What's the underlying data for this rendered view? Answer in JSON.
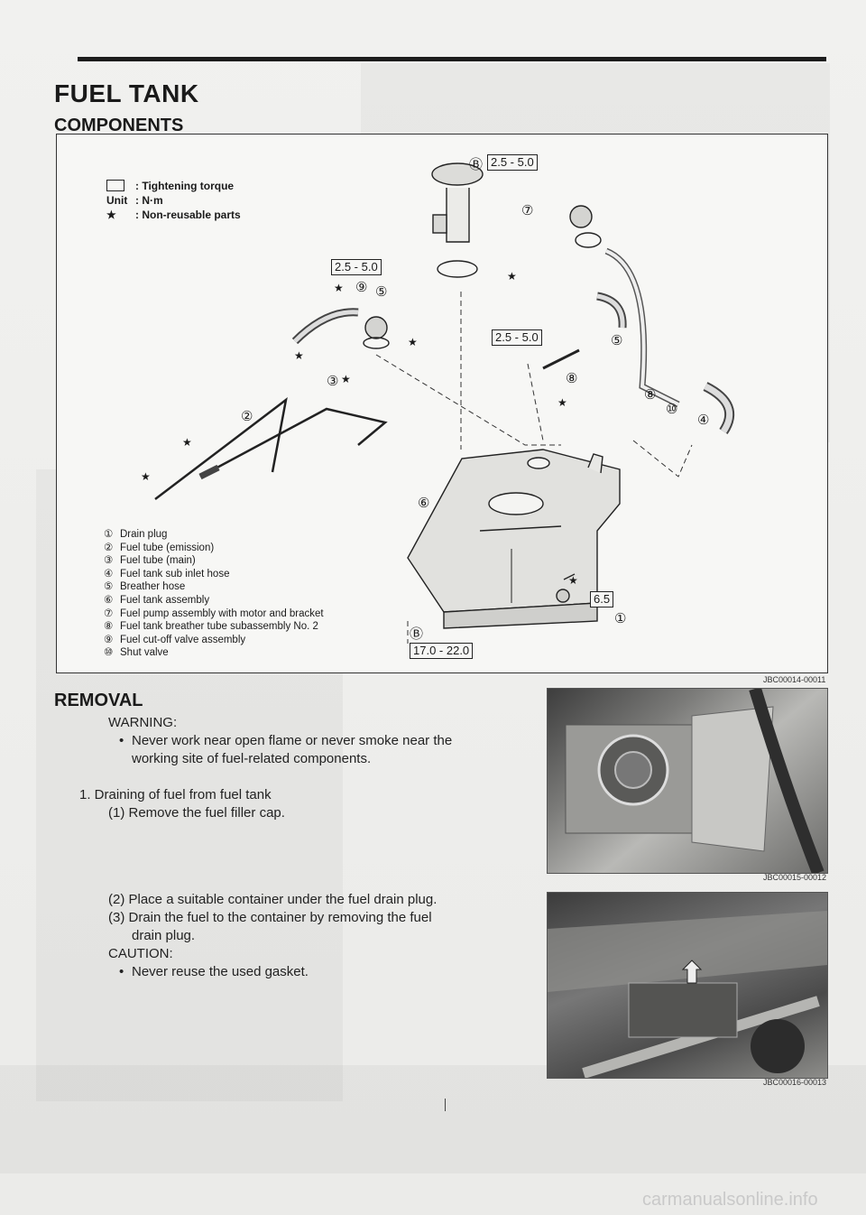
{
  "page": {
    "title": "FUEL TANK",
    "section": "COMPONENTS",
    "watermark": "carmanualsonline.info"
  },
  "legend": {
    "torque_label": ": Tightening torque",
    "unit_key": "Unit",
    "unit_value": ": N·m",
    "star_symbol": "★",
    "nonreusable_label": ": Non-reusable parts"
  },
  "parts": [
    {
      "num": "①",
      "name": "Drain plug"
    },
    {
      "num": "②",
      "name": "Fuel tube (emission)"
    },
    {
      "num": "③",
      "name": "Fuel tube (main)"
    },
    {
      "num": "④",
      "name": "Fuel tank sub inlet hose"
    },
    {
      "num": "⑤",
      "name": "Breather hose"
    },
    {
      "num": "⑥",
      "name": "Fuel tank assembly"
    },
    {
      "num": "⑦",
      "name": "Fuel pump assembly with motor and bracket"
    },
    {
      "num": "⑧",
      "name": "Fuel tank breather tube subassembly No. 2"
    },
    {
      "num": "⑨",
      "name": "Fuel cut-off valve assembly"
    },
    {
      "num": "⑩",
      "name": "Shut valve"
    }
  ],
  "torques": {
    "pump_cover": "2.5 - 5.0",
    "cutoff_valve": "2.5 - 5.0",
    "breather": "2.5 - 5.0",
    "drain_plug": "6.5",
    "tank_bolt": "17.0 - 22.0"
  },
  "callouts": {
    "c1": "①",
    "c2": "②",
    "c3": "③",
    "c4": "④",
    "c5": "⑤",
    "c6": "⑥",
    "c7": "⑦",
    "c8": "⑧",
    "c9": "⑨",
    "c10": "⑩",
    "cB": "Ⓑ"
  },
  "figure_codes": {
    "diagram": "JBC00014-00011",
    "photo1": "JBC00015-00012",
    "photo2": "JBC00016-00013"
  },
  "removal": {
    "heading": "REMOVAL",
    "warning_label": "WARNING:",
    "warning_line1": "Never work near open flame or never smoke near the",
    "warning_line2": "working site of fuel-related components.",
    "step1": "1.  Draining of fuel from fuel tank",
    "step1_1": "(1) Remove the fuel filler cap.",
    "step1_2": "(2) Place a suitable container under the fuel drain plug.",
    "step1_3a": "(3) Drain the fuel to the container by removing the fuel",
    "step1_3b": "drain plug.",
    "caution_label": "CAUTION:",
    "caution_text": "Never reuse the used gasket."
  }
}
